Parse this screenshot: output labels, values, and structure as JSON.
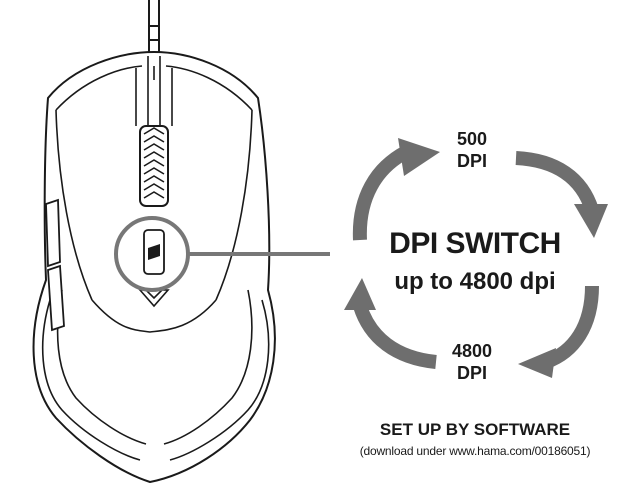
{
  "cycle": {
    "top_value": "500",
    "top_unit": "DPI",
    "bottom_value": "4800",
    "bottom_unit": "DPI"
  },
  "center": {
    "title": "DPI SWITCH",
    "subtitle": "up to 4800 dpi"
  },
  "footer": {
    "setup": "SET UP BY SOFTWARE",
    "download": "(download under www.hama.com/00186051)"
  },
  "colors": {
    "arrow": "#6e6e6e",
    "outline": "#1a1a1a",
    "callout": "#777777"
  }
}
